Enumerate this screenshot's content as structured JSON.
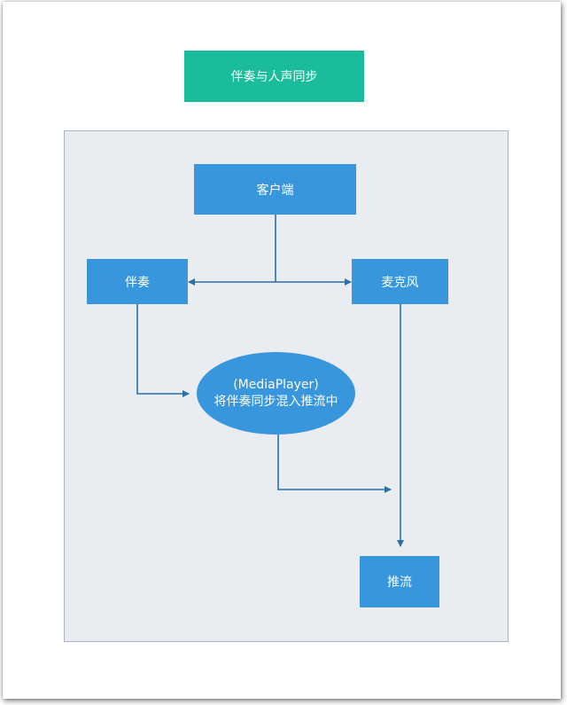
{
  "title": "伴奏与人声同步",
  "nodes": {
    "client": "客户端",
    "accompaniment": "伴奏",
    "microphone": "麦克风",
    "mixer_line1": "(MediaPlayer)",
    "mixer_line2": "将伴奏同步混入推流中",
    "push_stream": "推流"
  },
  "colors": {
    "title_bg": "#1abc9c",
    "node_fill": "#3896dc",
    "panel_bg": "#e9ecf1",
    "connector": "#2a6fa8"
  }
}
